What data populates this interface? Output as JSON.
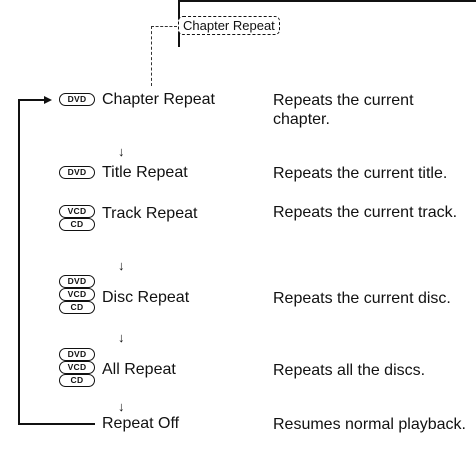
{
  "osd": {
    "label": "Chapter Repeat"
  },
  "steps": [
    {
      "badges": [
        "DVD"
      ],
      "name": "Chapter Repeat",
      "desc": "Repeats the current chapter."
    },
    {
      "badges": [
        "DVD"
      ],
      "name": "Title Repeat",
      "desc": "Repeats the current title."
    },
    {
      "badges": [
        "VCD",
        "CD"
      ],
      "name": "Track Repeat",
      "desc": "Repeats the current track."
    },
    {
      "badges": [
        "DVD",
        "VCD",
        "CD"
      ],
      "name": "Disc Repeat",
      "desc": "Repeats the current disc."
    },
    {
      "badges": [
        "DVD",
        "VCD",
        "CD"
      ],
      "name": "All Repeat",
      "desc": "Repeats all the discs."
    },
    {
      "badges": [],
      "name": "Repeat Off",
      "desc": "Resumes normal playback."
    }
  ],
  "arrow_glyph": "↓"
}
